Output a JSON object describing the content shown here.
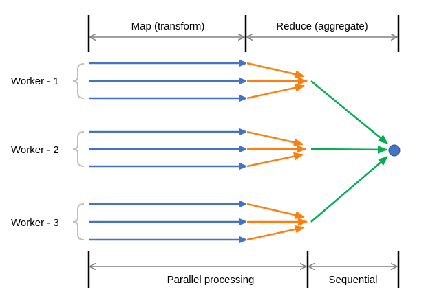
{
  "title": "MapReduce parallel processing diagram",
  "top_axis": {
    "segments": [
      {
        "label": "Map (transform)"
      },
      {
        "label": "Reduce (aggregate)"
      }
    ]
  },
  "bottom_axis": {
    "segments": [
      {
        "label": "Parallel processing"
      },
      {
        "label": "Sequential"
      }
    ]
  },
  "workers": [
    {
      "label": "Worker - 1",
      "tasks": 3
    },
    {
      "label": "Worker - 2",
      "tasks": 3
    },
    {
      "label": "Worker - 3",
      "tasks": 3
    }
  ],
  "result_node": {
    "label": ""
  },
  "colors": {
    "map_arrow": "#4472C4",
    "reduce_arrow": "#FF7F0E",
    "aggregate_arrow": "#00B050",
    "result_node": "#4472C4",
    "result_node_stroke": "#2F528F",
    "axis_tick": "#000000",
    "axis_arrow": "#808080",
    "brace": "#BFBFBF"
  }
}
